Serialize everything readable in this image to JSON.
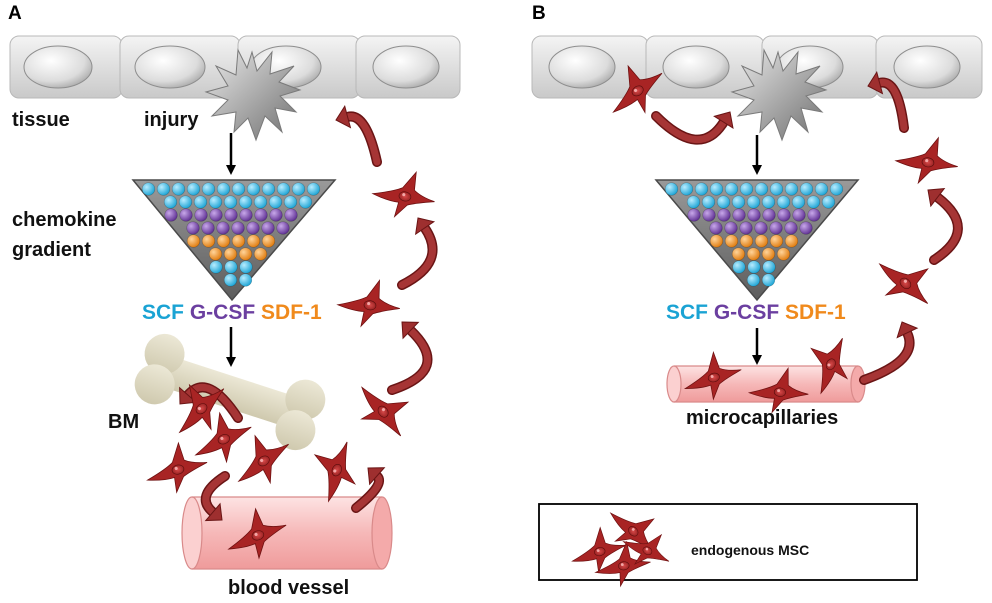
{
  "panels": {
    "a": {
      "letter": "A",
      "tissue_label": "tissue",
      "injury_label": "injury",
      "gradient_label_line1": "chemokine",
      "gradient_label_line2": "gradient",
      "chemokines": {
        "scf": "SCF",
        "gcsf": "G-CSF",
        "sdf1": "SDF-1"
      },
      "bm_label": "BM",
      "vessel_label": "blood vessel"
    },
    "b": {
      "letter": "B",
      "chemokines": {
        "scf": "SCF",
        "gcsf": "G-CSF",
        "sdf1": "SDF-1"
      },
      "capillary_label": "microcapillaries"
    }
  },
  "legend": {
    "label": "endogenous MSC"
  },
  "colors": {
    "scf": "#1aa3d4",
    "gcsf": "#6b3fa0",
    "sdf1": "#f08a1c",
    "msc": "#b52a2a",
    "arrow": "#9e2f2f",
    "vessel": "#f6b8b8"
  }
}
